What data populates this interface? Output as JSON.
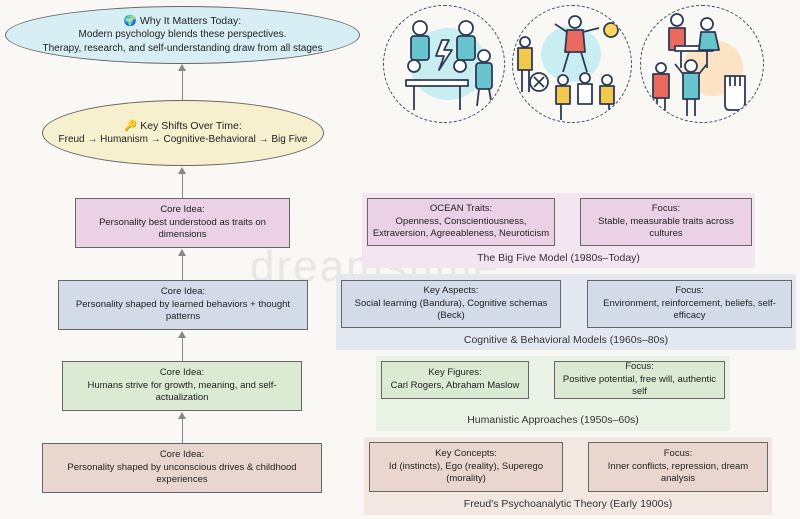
{
  "why_it_matters": {
    "icon": "globe-icon",
    "title": "🌍 Why It Matters Today:",
    "line1": "Modern psychology blends these perspectives.",
    "line2": "Therapy, research, and self-understanding draw from all stages"
  },
  "key_shifts": {
    "icon": "key-icon",
    "title": "🔑 Key Shifts Over Time:",
    "line1": "Freud → Humanism → Cognitive-Behavioral → Big Five"
  },
  "core_ideas": [
    {
      "label": "Core Idea:",
      "text": "Personality best understood as traits on dimensions"
    },
    {
      "label": "Core Idea:",
      "text": "Personality shaped by learned behaviors + thought patterns"
    },
    {
      "label": "Core Idea:",
      "text": "Humans strive for growth, meaning, and self-actualization"
    },
    {
      "label": "Core Idea:",
      "text": "Personality shaped by unconscious drives & childhood experiences"
    }
  ],
  "panels": {
    "big_five": {
      "title": "The Big Five Model (1980s–Today)",
      "left_label": "OCEAN Traits:",
      "left_text": "Openness, Conscientiousness, Extraversion, Agreeableness, Neuroticism",
      "right_label": "Focus:",
      "right_text": "Stable, measurable traits across cultures",
      "colors": {
        "bg": "#f4e6f1",
        "box": "#ead1e6"
      }
    },
    "cognitive": {
      "title": "Cognitive & Behavioral Models (1960s–80s)",
      "left_label": "Key Aspects:",
      "left_text": "Social learning (Bandura), Cognitive schemas (Beck)",
      "right_label": "Focus:",
      "right_text": "Environment, reinforcement, beliefs, self-efficacy",
      "colors": {
        "bg": "#e3e8f1",
        "box": "#d3dbe9"
      }
    },
    "humanistic": {
      "title": "Humanistic Approaches (1950s–60s)",
      "left_label": "Key Figures:",
      "left_text": "Carl Rogers, Abraham Maslow",
      "right_label": "Focus:",
      "right_text": "Positive potential, free will, authentic self",
      "colors": {
        "bg": "#e9f2e4",
        "box": "#dbead3"
      }
    },
    "freud": {
      "title": "Freud's Psychoanalytic Theory (Early 1900s)",
      "left_label": "Key Concepts:",
      "left_text": "Id (instincts), Ego (reality), Superego (morality)",
      "right_label": "Focus:",
      "right_text": "Inner conflicts, repression, dream analysis",
      "colors": {
        "bg": "#f3e7e2",
        "box": "#e9d7cf"
      }
    }
  },
  "icons": [
    "team-conflict-icon",
    "decision-people-icon",
    "workplace-stress-icon"
  ],
  "watermark": "dreamstime",
  "colors": {
    "ellipse_top": "#d7eef4",
    "ellipse_mid": "#f6f0cf",
    "core_big_five": "#ead1e6",
    "core_cognitive": "#d3dbe9",
    "core_humanistic": "#dbead3",
    "core_freud": "#e9d7cf"
  }
}
